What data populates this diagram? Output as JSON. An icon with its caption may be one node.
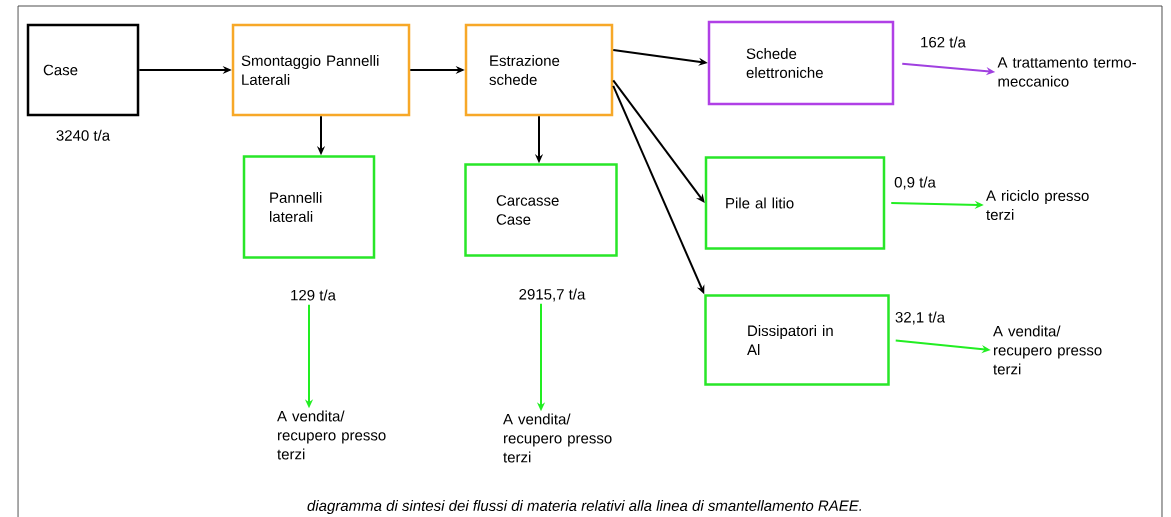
{
  "diagram": {
    "caption": "diagramma di sintesi dei flussi di materia relativi alla linea di smantellamento RAEE.",
    "nodes": [
      {
        "text": [
          "Case"
        ],
        "beside": [
          "3240 t/a"
        ]
      },
      {
        "text": [
          "Smontaggio Pannelli Laterali"
        ]
      },
      {
        "text": [
          "Estrazione schede"
        ]
      },
      {
        "text": [
          "Schede elettroniche"
        ]
      },
      {
        "text": [
          "Pannelli laterali"
        ]
      },
      {
        "text": [
          "Carcasse Case"
        ]
      },
      {
        "text": [
          "Pile al litio"
        ]
      },
      {
        "text": [
          "Dissipatori in Al"
        ]
      },
      {
        "text": [
          "A trattamento termo-meccanico"
        ]
      },
      {
        "text": [
          "A riciclo presso terzi"
        ]
      },
      {
        "text": [
          "A vendita/ recupero presso terzi"
        ]
      },
      {
        "text": [
          "A vendita/ recupero presso terzi"
        ]
      },
      {
        "text": [
          "A vendita/ recupero presso terzi"
        ]
      }
    ],
    "edges": [
      {
        "from": 0,
        "to": 1,
        "arrow": "to"
      },
      {
        "from": 1,
        "to": 2,
        "arrow": "to"
      },
      {
        "from": 2,
        "to": 3,
        "arrow": "to"
      },
      {
        "from": 1,
        "to": 4,
        "arrow": "to"
      },
      {
        "from": 2,
        "to": 5,
        "arrow": "to"
      },
      {
        "from": 2,
        "to": 6,
        "arrow": "to"
      },
      {
        "from": 2,
        "to": 7,
        "arrow": "to"
      },
      {
        "from": 3,
        "to": 8,
        "arrow": "to",
        "label": "162 t/a",
        "color": "#a040e0"
      },
      {
        "from": 6,
        "to": 9,
        "arrow": "to",
        "label": "0,9 t/a",
        "color": "#22ee22"
      },
      {
        "from": 7,
        "to": 10,
        "arrow": "to",
        "label": "32,1 t/a",
        "color": "#22ee22"
      },
      {
        "from": 4,
        "to": 11,
        "arrow": "to",
        "label": "129 t/a",
        "color": "#22ee22"
      },
      {
        "from": 5,
        "to": 12,
        "arrow": "to",
        "label": "2915,7 t/a",
        "color": "#22ee22"
      }
    ]
  }
}
